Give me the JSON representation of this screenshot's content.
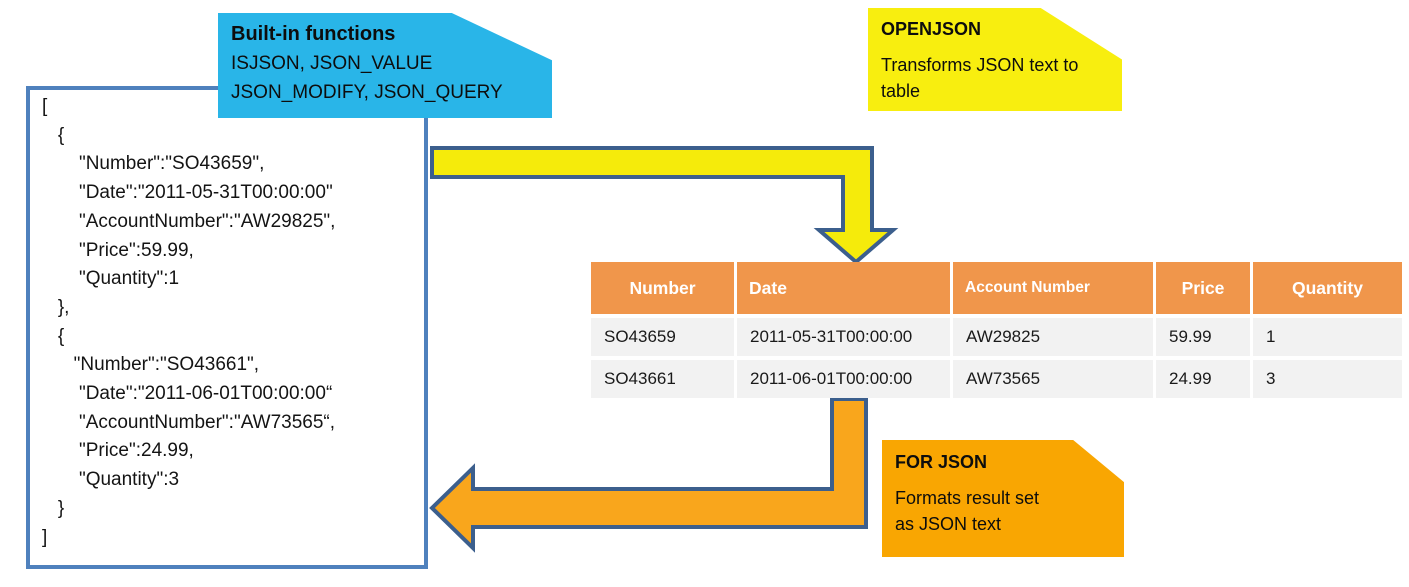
{
  "builtin_callout": {
    "title": "Built-in functions",
    "line1": "ISJSON, JSON_VALUE",
    "line2": "JSON_MODIFY, JSON_QUERY"
  },
  "openjson_callout": {
    "title": "OPENJSON",
    "body": "Transforms JSON text to table"
  },
  "forjson_callout": {
    "title": "FOR JSON",
    "body": "Formats result set\nas JSON text"
  },
  "json_code": {
    "lines": [
      "[",
      "   {",
      "       \"Number\":\"SO43659\",",
      "       \"Date\":\"2011-05-31T00:00:00\"",
      "       \"AccountNumber\":\"AW29825\",",
      "       \"Price\":59.99,",
      "       \"Quantity\":1",
      "   },",
      "   {",
      "      \"Number\":\"SO43661\",",
      "       \"Date\":\"2011-06-01T00:00:00“",
      "       \"AccountNumber\":\"AW73565“,",
      "       \"Price\":24.99,",
      "       \"Quantity\":3",
      "   }",
      "]"
    ]
  },
  "table": {
    "columns": [
      {
        "label": "Number",
        "align": "center"
      },
      {
        "label": "Date",
        "align": "left"
      },
      {
        "label": "Account Number",
        "align": "left"
      },
      {
        "label": "Price",
        "align": "center"
      },
      {
        "label": "Quantity",
        "align": "center"
      }
    ],
    "rows": [
      [
        "SO43659",
        "2011-05-31T00:00:00",
        "AW29825",
        "59.99",
        "1"
      ],
      [
        "SO43661",
        "2011-06-01T00:00:00",
        "AW73565",
        "24.99",
        "3"
      ]
    ]
  },
  "colors": {
    "cyan": "#29B5E8",
    "yellow": "#F8EE0F",
    "orange": "#F9A602",
    "arrow_yellow": "#F5EB0B",
    "arrow_orange": "#F9A61C",
    "arrow_outline": "#3C5F8D",
    "table_header": "#F0964B",
    "row_bg": "#F2F2F2",
    "box_border": "#4F81BD"
  }
}
